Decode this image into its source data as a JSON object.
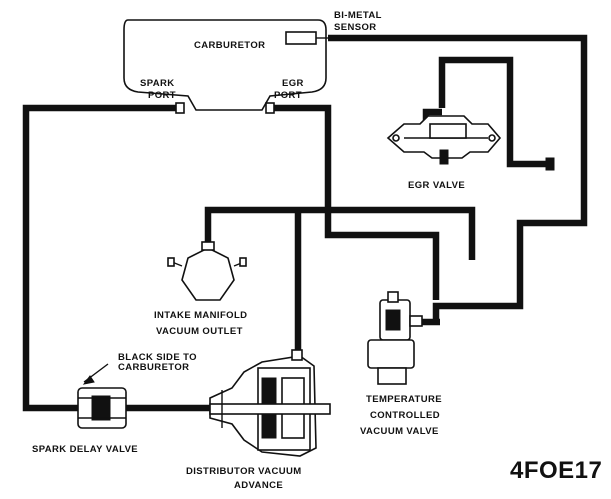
{
  "labels": {
    "carburetor": "CARBURETOR",
    "bimetal_1": "BI-METAL",
    "bimetal_2": "SENSOR",
    "spark_port_1": "SPARK",
    "spark_port_2": "PORT",
    "egr_port_1": "EGR",
    "egr_port_2": "PORT",
    "egr_valve": "EGR VALVE",
    "intake_1": "INTAKE MANIFOLD",
    "intake_2": "VACUUM OUTLET",
    "black_side_1": "BLACK SIDE TO",
    "black_side_2": "CARBURETOR",
    "spark_delay": "SPARK DELAY VALVE",
    "distributor_1": "DISTRIBUTOR  VACUUM",
    "distributor_2": "ADVANCE",
    "tcvv_1": "TEMPERATURE",
    "tcvv_2": "CONTROLLED",
    "tcvv_3": "VACUUM VALVE"
  },
  "figure_id": "4FOE17"
}
